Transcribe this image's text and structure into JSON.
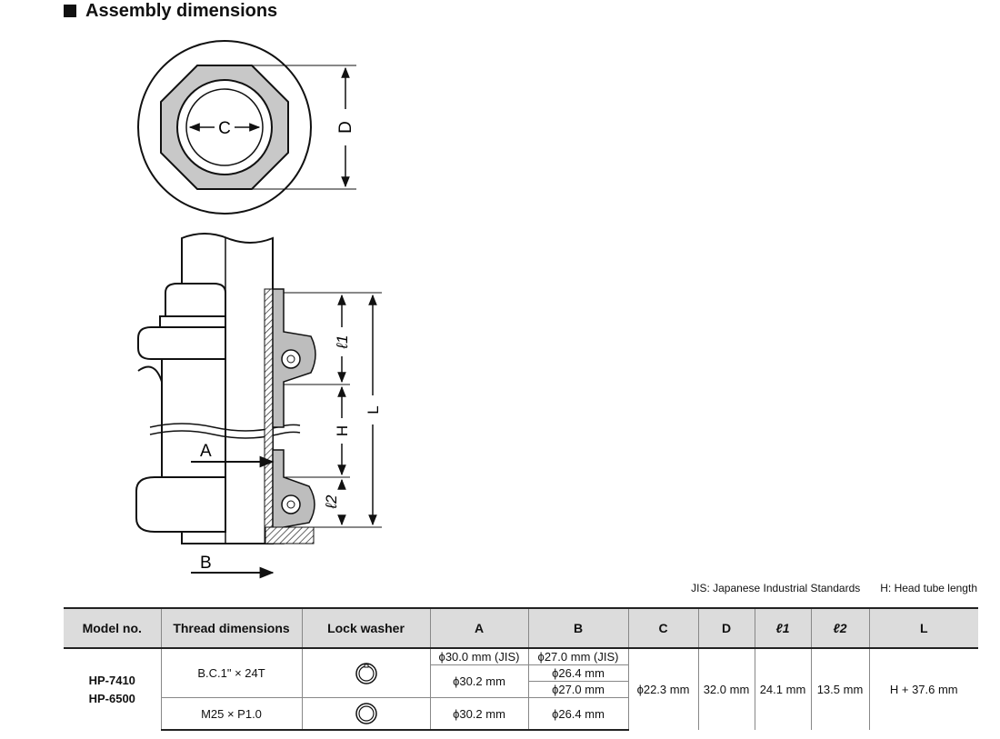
{
  "section_title": "Assembly dimensions",
  "diagram_labels": {
    "c": "C",
    "d": "D",
    "l1": "ℓ1",
    "h": "H",
    "l": "L",
    "l2": "ℓ2",
    "a": "A",
    "b": "B"
  },
  "footnotes": {
    "jis": "JIS: Japanese Industrial Standards",
    "h": "H: Head tube length"
  },
  "table": {
    "headers": [
      "Model no.",
      "Thread dimensions",
      "Lock washer",
      "A",
      "B",
      "C",
      "D",
      "ℓ1",
      "ℓ2",
      "L"
    ],
    "models": [
      "HP-7410",
      "HP-6500"
    ],
    "row1": {
      "thread": "B.C.1\" × 24T",
      "a_jis": "ϕ30.0 mm (JIS)",
      "a_std": "ϕ30.2 mm",
      "b_jis": "ϕ27.0 mm (JIS)",
      "b_1": "ϕ26.4 mm",
      "b_2": "ϕ27.0 mm"
    },
    "row2": {
      "thread": "M25 × P1.0",
      "a": "ϕ30.2 mm",
      "b": "ϕ26.4 mm"
    },
    "shared": {
      "c": "ϕ22.3 mm",
      "d": "32.0 mm",
      "l1": "24.1 mm",
      "l2": "13.5 mm",
      "l": "H + 37.6 mm"
    }
  }
}
